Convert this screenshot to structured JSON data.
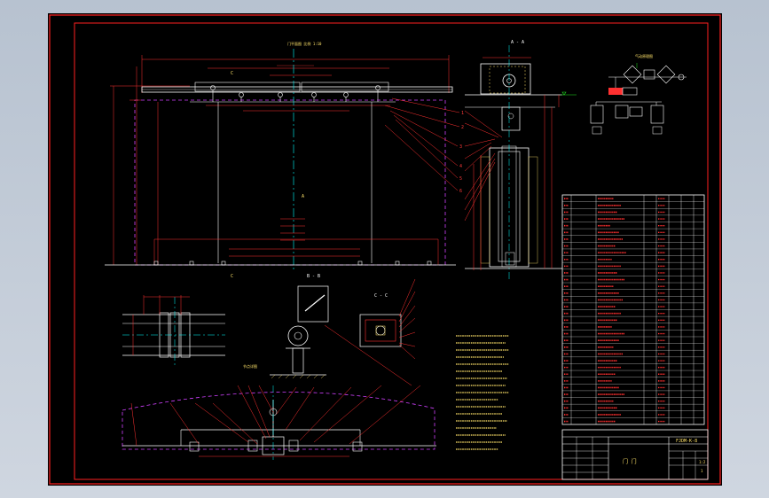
{
  "drawing": {
    "section_a": "A - A",
    "section_b": "B - B",
    "section_c": "C - C",
    "plan_label": "门平面图",
    "title_code": "FJDM-K-8",
    "title_name": "门 门",
    "scale": "1:2",
    "sheet_no": "1"
  },
  "colors": {
    "frame": "#ff2020",
    "outline": "#ffffff",
    "dimension": "#ff3030",
    "leader": "#ff3030",
    "door_edge": "#d040ff",
    "centerline": "#00ffff",
    "hatch": "#ffe36a",
    "text": "#ffe36a",
    "green": "#22e622"
  }
}
